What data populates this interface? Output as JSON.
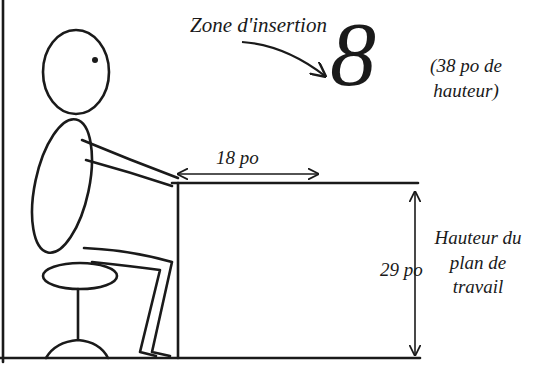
{
  "diagram": {
    "labels": [
      "Zone d'insertion",
      "8",
      "(38 po de hauteur)",
      "18 po",
      "29 po",
      "Hauteur du plan de travail"
    ]
  }
}
